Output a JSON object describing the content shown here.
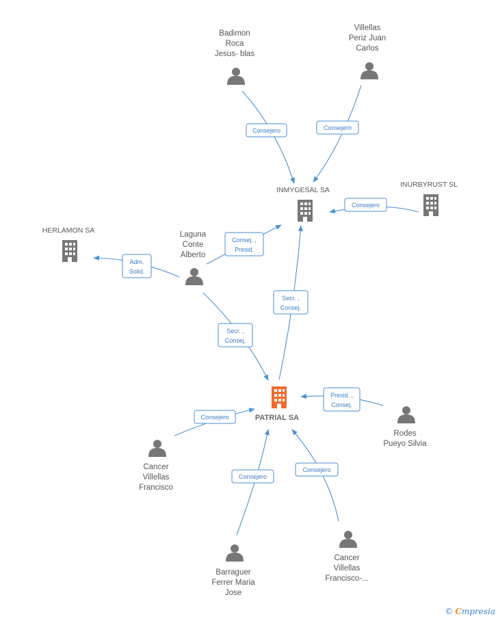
{
  "colors": {
    "edge": "#4a8fd6",
    "person": "#777777",
    "company": "#777777",
    "main_company": "#f26a2e"
  },
  "main_company": {
    "name": "PATRIAL SA"
  },
  "companies": [
    {
      "id": "inmygesal",
      "name": "INMYGESAL SA"
    },
    {
      "id": "inurbyrust",
      "name": "INURBYRUST  SL"
    },
    {
      "id": "herlamon",
      "name": "HERLAMON SA"
    }
  ],
  "persons": [
    {
      "id": "badimon",
      "lines": [
        "Badimon",
        "Roca",
        "Jesus- blas"
      ]
    },
    {
      "id": "villellas",
      "lines": [
        "Villellas",
        "Periz Juan",
        "Carlos"
      ]
    },
    {
      "id": "laguna",
      "lines": [
        "Laguna",
        "Conte",
        "Alberto"
      ]
    },
    {
      "id": "rodes",
      "lines": [
        "Rodes",
        "Pueyo Silvia"
      ]
    },
    {
      "id": "cancer1",
      "lines": [
        "Cancer",
        "Villellas",
        "Francisco"
      ]
    },
    {
      "id": "barraguer",
      "lines": [
        "Barraguer",
        "Ferrer Maria",
        "Jose"
      ]
    },
    {
      "id": "cancer2",
      "lines": [
        "Cancer",
        "Villellas",
        "Francisco-..."
      ]
    }
  ],
  "edges": [
    {
      "id": "badimon-inmygesal",
      "label": [
        "Consejero"
      ]
    },
    {
      "id": "villellas-inmygesal",
      "label": [
        "Consejero"
      ]
    },
    {
      "id": "inurbyrust-inmygesal",
      "label": [
        "Consejero"
      ]
    },
    {
      "id": "laguna-inmygesal",
      "label": [
        "Consej. ,",
        "Presid."
      ]
    },
    {
      "id": "laguna-herlamon",
      "label": [
        "Adm.",
        "Solid."
      ]
    },
    {
      "id": "patrial-inmygesal",
      "label": [
        "Secr. ,",
        "Consej."
      ]
    },
    {
      "id": "laguna-patrial",
      "label": [
        "Secr. ,",
        "Consej."
      ]
    },
    {
      "id": "rodes-patrial",
      "label": [
        "Presid. ,",
        "Consej."
      ]
    },
    {
      "id": "cancer1-patrial",
      "label": [
        "Consejero"
      ]
    },
    {
      "id": "barraguer-patrial",
      "label": [
        "Consejero"
      ]
    },
    {
      "id": "cancer2-patrial",
      "label": [
        "Consejero"
      ]
    }
  ],
  "brand": {
    "copyright": "©",
    "name_first": "C",
    "name_rest": "mpresia"
  }
}
